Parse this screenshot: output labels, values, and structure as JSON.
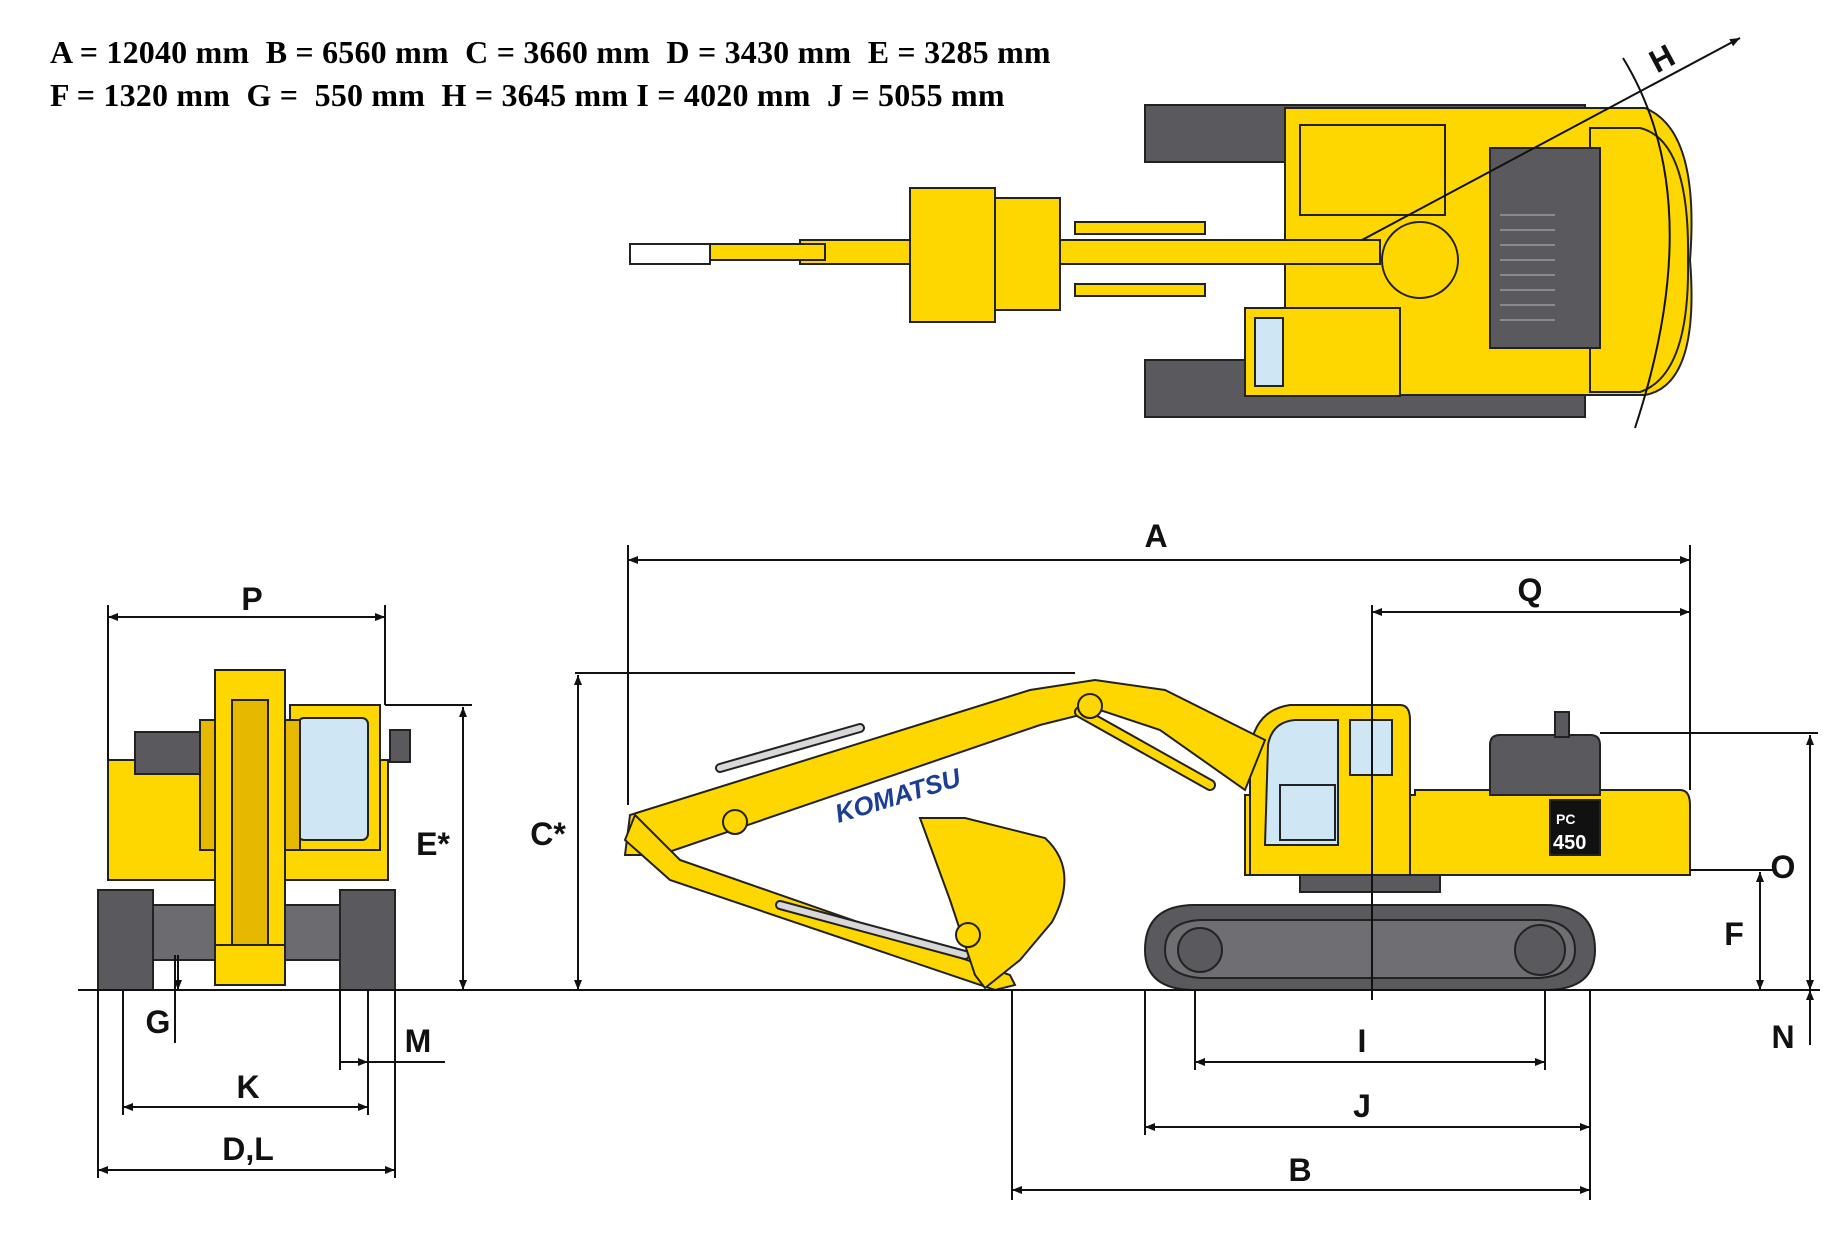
{
  "specs": {
    "line1": "A = 12040 mm  B = 6560 mm  C = 3660 mm  D = 3430 mm  E = 3285 mm",
    "line2": "F = 1320 mm  G =  550 mm  H = 3645 mm I = 4020 mm  J = 5055 mm"
  },
  "labels": {
    "A": "A",
    "B": "B",
    "C": "C*",
    "DL": "D,L",
    "E": "E*",
    "F": "F",
    "G": "G",
    "H": "H",
    "I": "I",
    "J": "J",
    "K": "K",
    "M": "M",
    "N": "N",
    "O": "O",
    "P": "P",
    "Q": "Q"
  },
  "branding": {
    "logo": "KOMATSU",
    "model_top": "PC",
    "model_bottom": "450"
  },
  "colors": {
    "machine": "#FFD700",
    "machine_dark": "#E6B800",
    "track": "#5a5a5e",
    "outline": "#222222",
    "glass": "#cfe6f5",
    "logo": "#1b3f95",
    "dimension": "#111111"
  }
}
